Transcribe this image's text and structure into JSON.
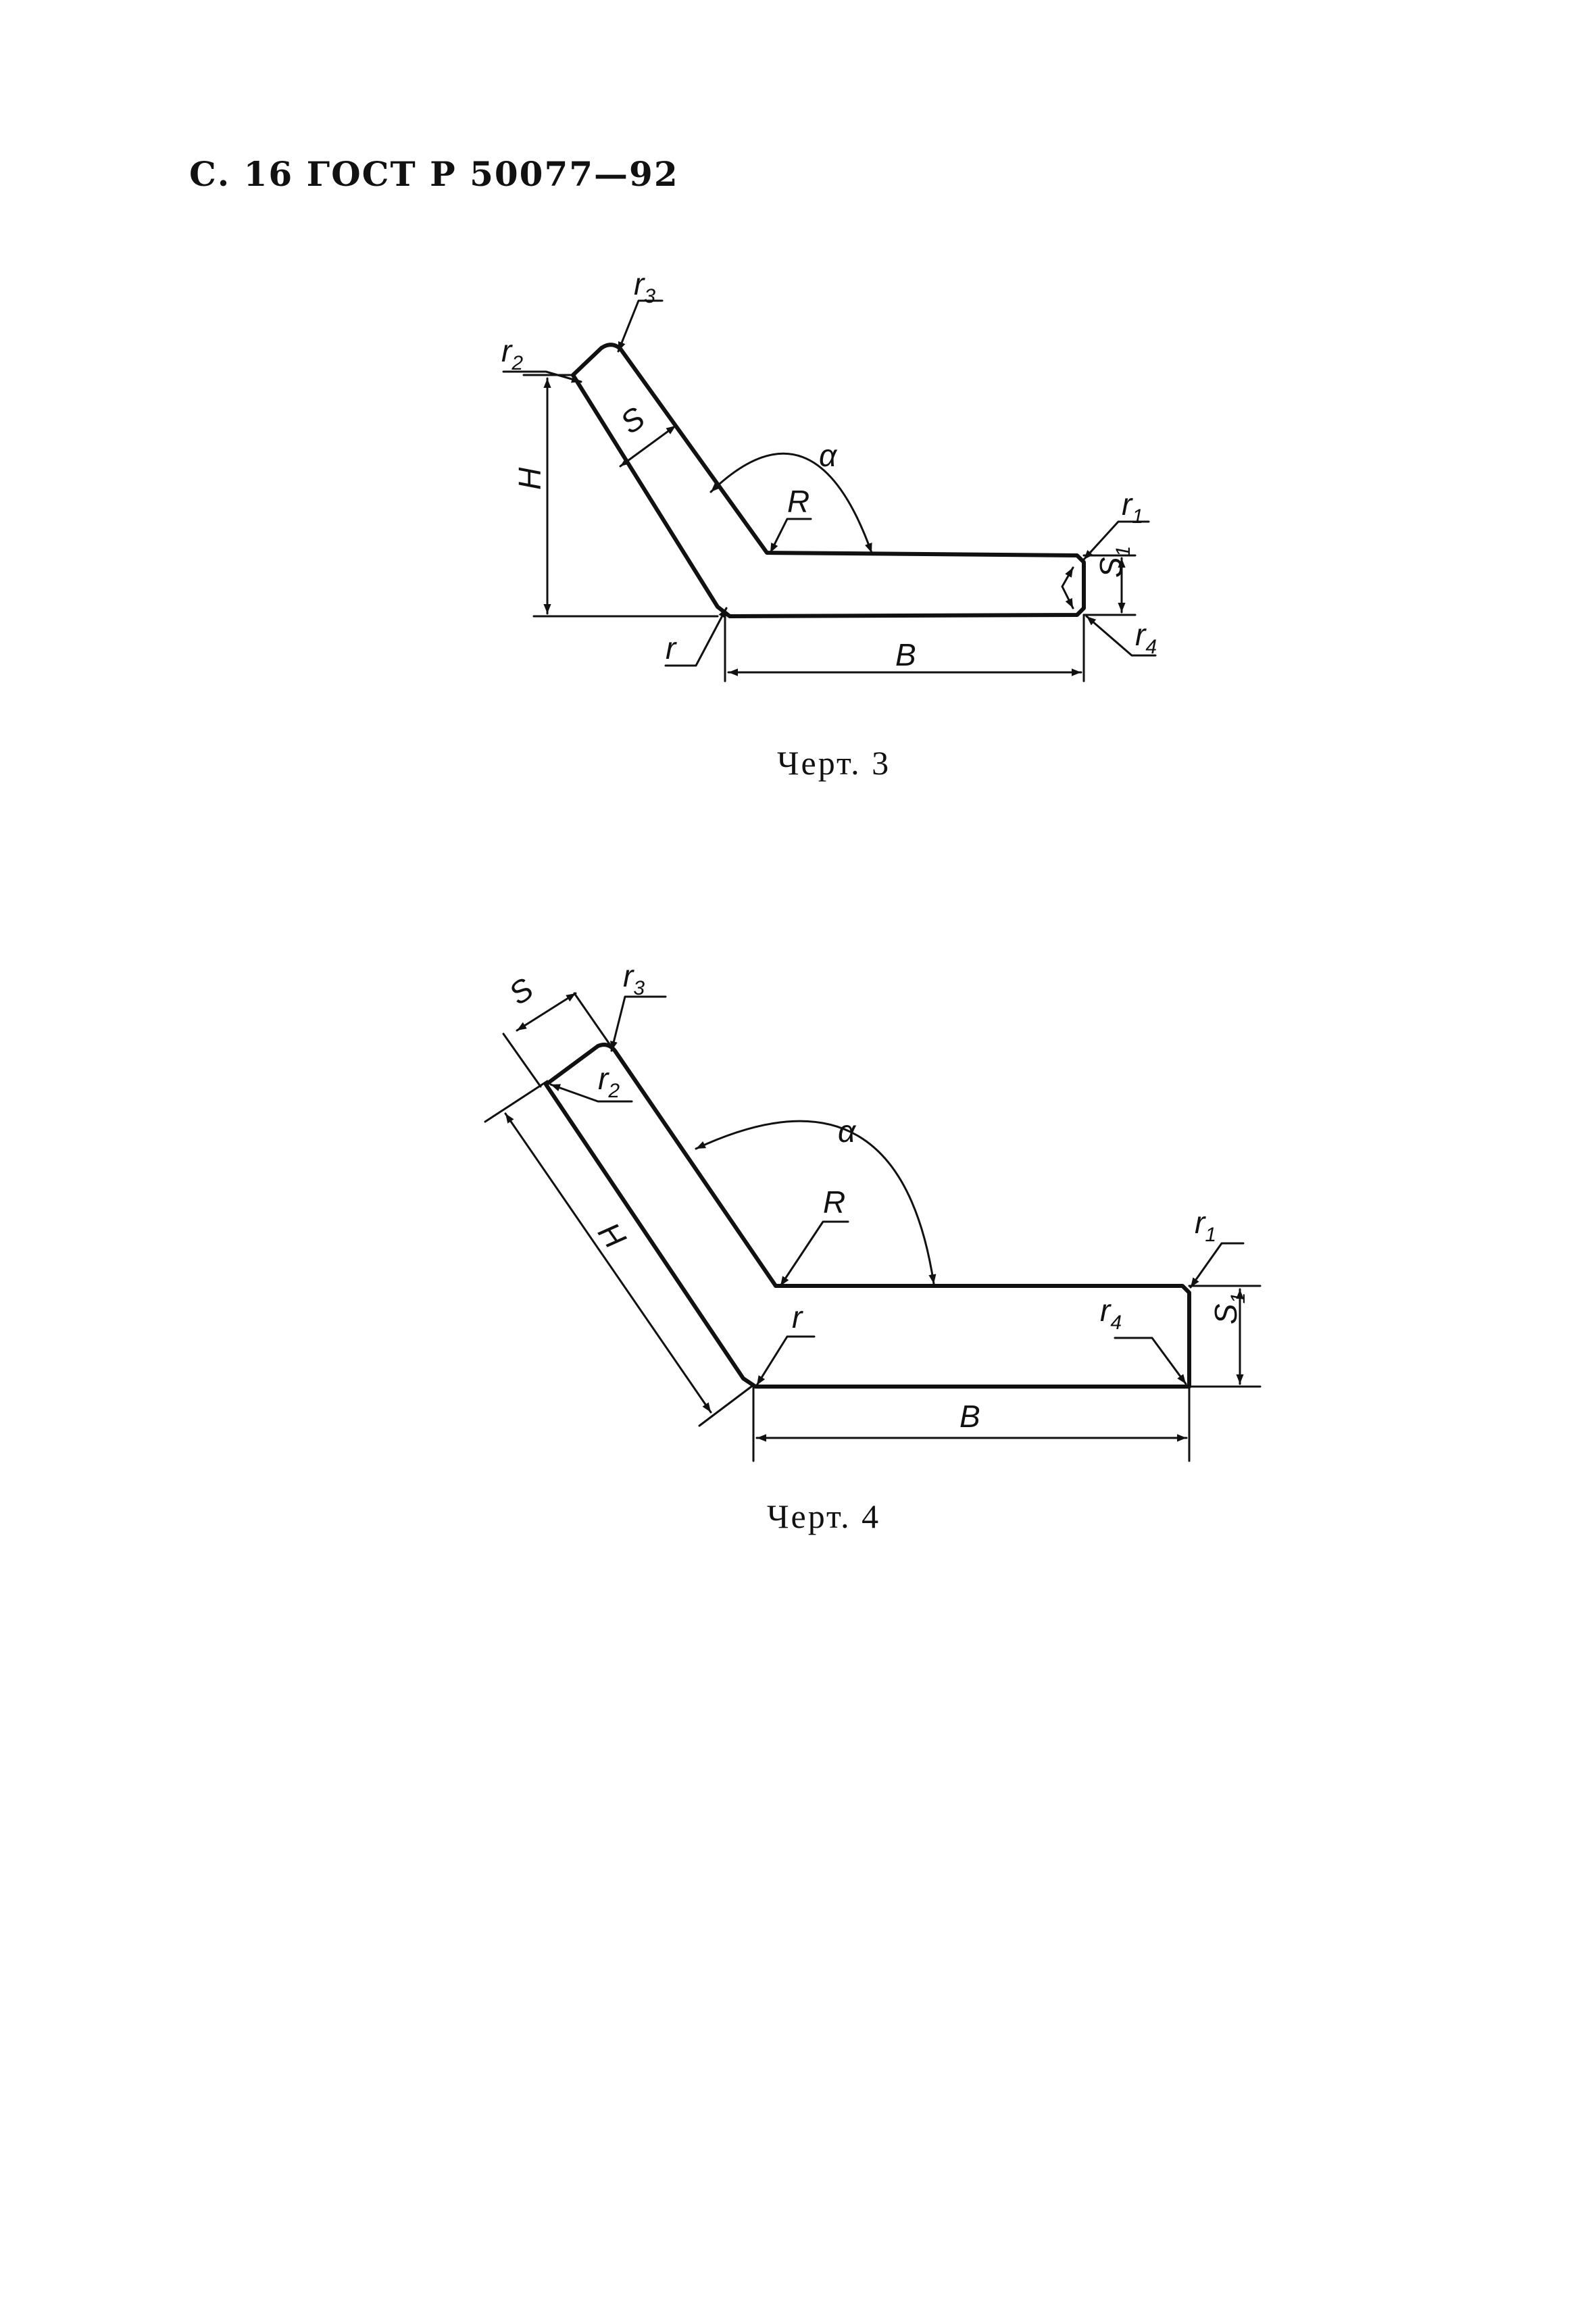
{
  "header": {
    "text": "С. 16 ГОСТ Р 50077—92"
  },
  "figure3": {
    "caption": "Черт. 3",
    "labels": {
      "r": "r",
      "r1": "r",
      "r1_sub": "1",
      "r2": "r",
      "r2_sub": "2",
      "r3": "r",
      "r3_sub": "3",
      "r4": "r",
      "r4_sub": "4",
      "R": "R",
      "S": "S",
      "S1": "S",
      "S1_sub": "1",
      "H": "H",
      "B": "B",
      "alpha": "α"
    }
  },
  "figure4": {
    "caption": "Черт. 4",
    "labels": {
      "r": "r",
      "r1": "r",
      "r1_sub": "1",
      "r2": "r",
      "r2_sub": "2",
      "r3": "r",
      "r3_sub": "3",
      "r4": "r",
      "r4_sub": "4",
      "R": "R",
      "S": "S",
      "S1": "S",
      "S1_sub": "1",
      "H": "H",
      "B": "B",
      "alpha": "α"
    }
  }
}
